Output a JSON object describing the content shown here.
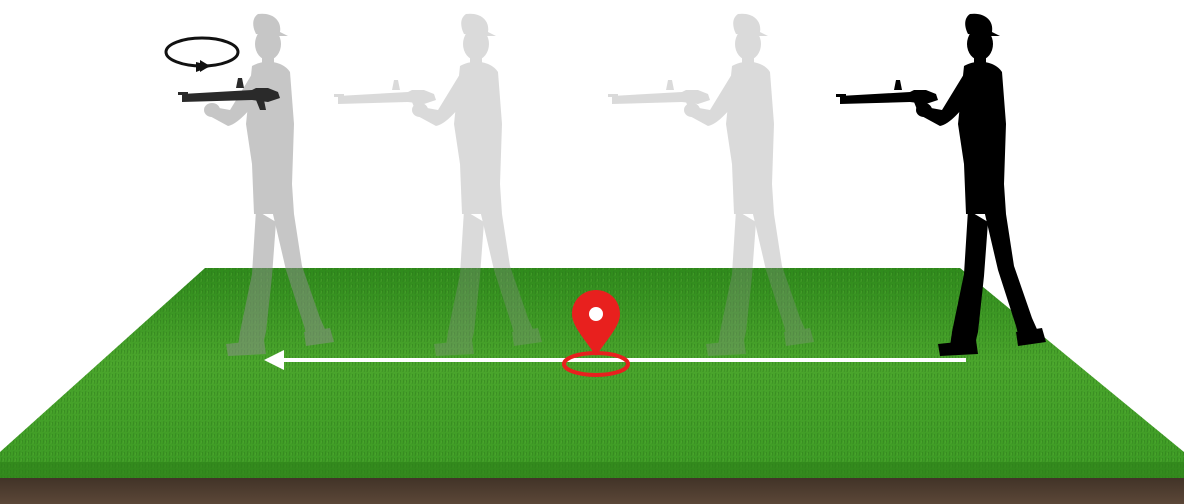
{
  "scene": {
    "background_color": "#ffffff",
    "grass_color": "#3e9a26",
    "grass_dark_color": "#2a7418",
    "soil_color": "#4a3a2e",
    "figure_color": "#000000",
    "ghost_color": "#9a9a9a",
    "arrow_color": "#ffffff",
    "pin_color": "#e8201e",
    "rotate_icon_color": "#111111",
    "figures": [
      {
        "name": "ghost-figure-1",
        "opacity": 0.5
      },
      {
        "name": "ghost-figure-2",
        "opacity": 0.32
      },
      {
        "name": "ghost-figure-3",
        "opacity": 0.32
      },
      {
        "name": "solid-figure",
        "opacity": 1.0
      }
    ],
    "icons": [
      "rotate-icon",
      "location-pin-icon",
      "arrow-left-icon"
    ]
  }
}
